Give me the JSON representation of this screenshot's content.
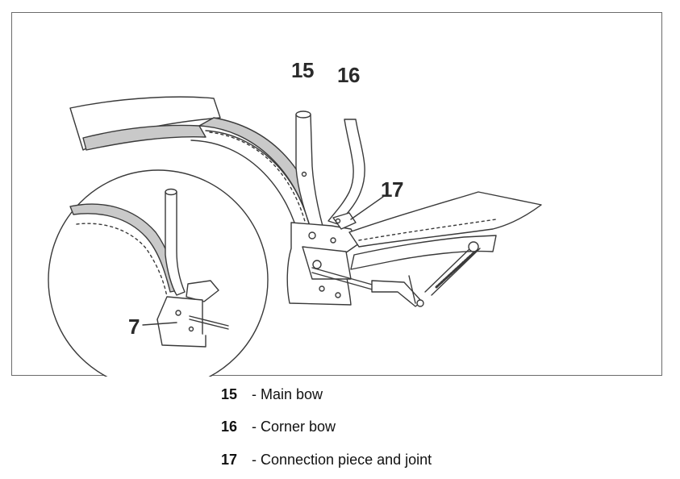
{
  "callouts": {
    "main_bow": "15",
    "corner_bow": "16",
    "connection_piece": "17",
    "detail_part": "7"
  },
  "legend": [
    {
      "number": "15",
      "description": "- Main bow"
    },
    {
      "number": "16",
      "description": "- Corner bow"
    },
    {
      "number": "17",
      "description": "- Connection piece and joint"
    }
  ],
  "colors": {
    "line": "#3a3a3a",
    "fill_shaded": "#c9c9c9",
    "frame_border": "#6b6b6b"
  }
}
